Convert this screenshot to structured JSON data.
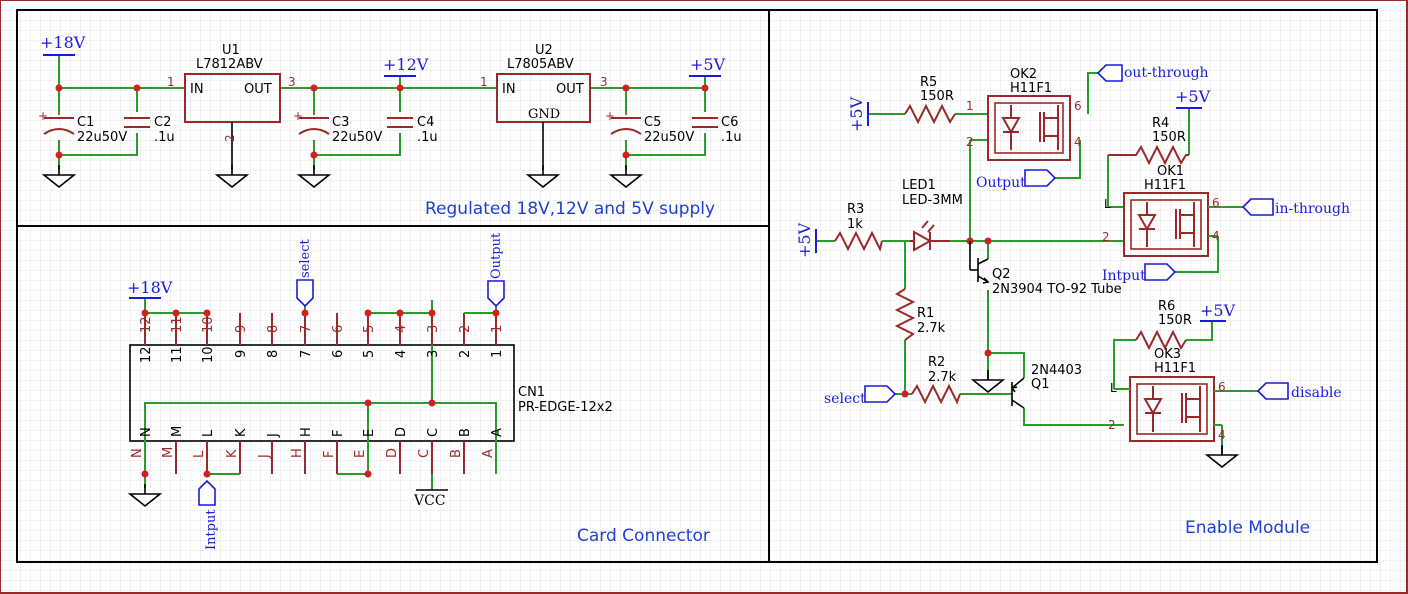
{
  "colors": {
    "background": "#ffffff",
    "grid": "#e6e6e6",
    "frame": "#000000",
    "wire": "#2c9a2c",
    "component": "#9a2a2a",
    "power": "#1a1ae0",
    "junction": "#d02020",
    "text": "#000000",
    "pin_number": "#9a2a2a",
    "region_title": "#1e3fd0"
  },
  "regions": {
    "power_supply": "Regulated 18V,12V and 5V supply",
    "card_connector": "Card Connector",
    "enable_module": "Enable Module"
  },
  "power_supply": {
    "net_18v": "+18V",
    "net_12v": "+12V",
    "net_5v": "+5V",
    "u1_ref": "U1",
    "u1_part": "L7812ABV",
    "u1_in": "IN",
    "u1_out": "OUT",
    "u2_ref": "U2",
    "u2_part": "L7805ABV",
    "u2_in": "IN",
    "u2_out": "OUT",
    "u2_gnd": "GND",
    "pin_1": "1",
    "pin_2": "2",
    "pin_3": "3",
    "c1_ref": "C1",
    "c1_val": "22u50V",
    "c2_ref": "C2",
    "c2_val": ".1u",
    "c3_ref": "C3",
    "c3_val": "22u50V",
    "c4_ref": "C4",
    "c4_val": ".1u",
    "c5_ref": "C5",
    "c5_val": "22u50V",
    "c6_ref": "C6",
    "c6_val": ".1u"
  },
  "connector": {
    "ref": "CN1",
    "part": "PR-EDGE-12x2",
    "net_18v": "+18V",
    "vcc": "VCC",
    "select_port": "select",
    "output_port": "Output",
    "input_port": "Intput",
    "top_pins": [
      "12",
      "11",
      "10",
      "9",
      "8",
      "7",
      "6",
      "5",
      "4",
      "3",
      "2",
      "1"
    ],
    "bottom_pins": [
      "N",
      "M",
      "L",
      "K",
      "J",
      "H",
      "F",
      "E",
      "D",
      "C",
      "B",
      "A"
    ]
  },
  "enable_module": {
    "r5_ref": "R5",
    "r5_val": "150R",
    "r4_ref": "R4",
    "r4_val": "150R",
    "r6_ref": "R6",
    "r6_val": "150R",
    "r3_ref": "R3",
    "r3_val": "1k",
    "r1_ref": "R1",
    "r1_val": "2.7k",
    "r2_ref": "R2",
    "r2_val": "2.7k",
    "ok2_ref": "OK2",
    "ok2_part": "H11F1",
    "ok1_ref": "OK1",
    "ok1_part": "H11F1",
    "ok3_ref": "OK3",
    "ok3_part": "H11F1",
    "led_ref": "LED1",
    "led_part": "LED-3MM",
    "q2_ref": "Q2",
    "q2_part": "2N3904 TO-92 Tube",
    "q1_part": "2N4403",
    "q1_ref": "Q1",
    "net_5v": "+5V",
    "port_out_through": "out-through",
    "port_in_through": "in-through",
    "port_output": "Output",
    "port_input": "Intput",
    "port_select": "select",
    "port_disable": "disable",
    "pin_1": "1",
    "pin_2": "2",
    "pin_4": "4",
    "pin_6": "6",
    "pin_L": "L"
  }
}
